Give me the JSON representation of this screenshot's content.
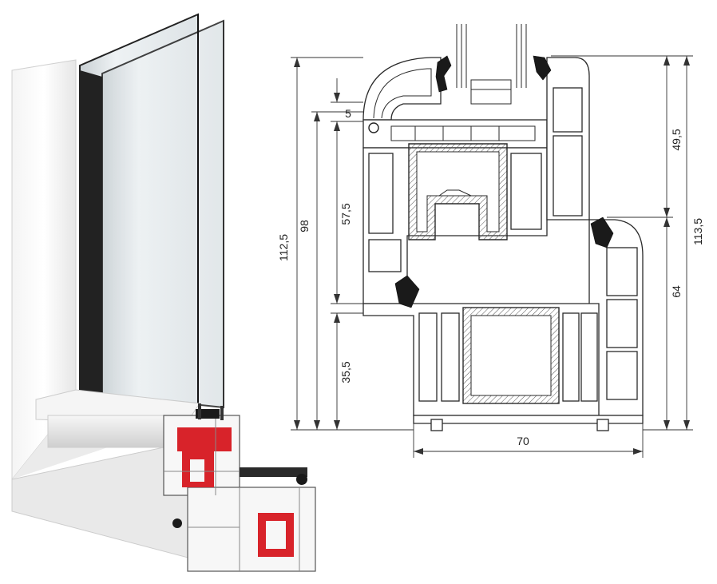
{
  "diagram": {
    "dimensions": {
      "total_height_left": "112,5",
      "frame_height": "98",
      "sash_height": "57,5",
      "rebate": "5",
      "frame_lower": "35,5",
      "total_height_right": "113,5",
      "upper_right": "49,5",
      "lower_right": "64",
      "width": "70"
    }
  },
  "colors": {
    "reinforcement": "#d8232a",
    "profile": "#f2f2f2",
    "gasket": "#1a1a1a",
    "glass": "#dfe6ea"
  }
}
